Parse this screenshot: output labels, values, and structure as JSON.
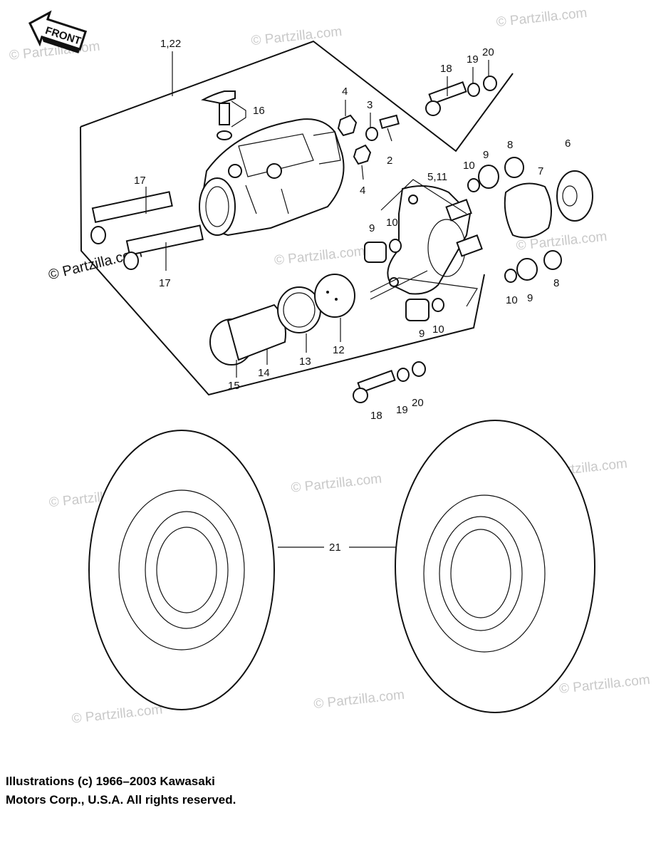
{
  "front_arrow": {
    "label": "FRONT",
    "icon": "front-arrow-icon"
  },
  "callouts": {
    "c_1_22": "1,22",
    "c_2": "2",
    "c_3": "3",
    "c_4a": "4",
    "c_4b": "4",
    "c_5_11": "5,11",
    "c_6": "6",
    "c_7": "7",
    "c_8a": "8",
    "c_8b": "8",
    "c_9a": "9",
    "c_9b": "9",
    "c_9c": "9",
    "c_9d": "9",
    "c_10a": "10",
    "c_10b": "10",
    "c_10c": "10",
    "c_10d": "10",
    "c_12": "12",
    "c_13": "13",
    "c_14": "14",
    "c_15": "15",
    "c_16": "16",
    "c_17a": "17",
    "c_17b": "17",
    "c_18a": "18",
    "c_18b": "18",
    "c_19a": "19",
    "c_19b": "19",
    "c_20a": "20",
    "c_20b": "20",
    "c_21": "21"
  },
  "watermark": "© Partzilla.com",
  "copyright": {
    "line1": "Illustrations (c) 1966–2003 Kawasaki",
    "line2": "Motors Corp., U.S.A.  All rights reserved."
  }
}
